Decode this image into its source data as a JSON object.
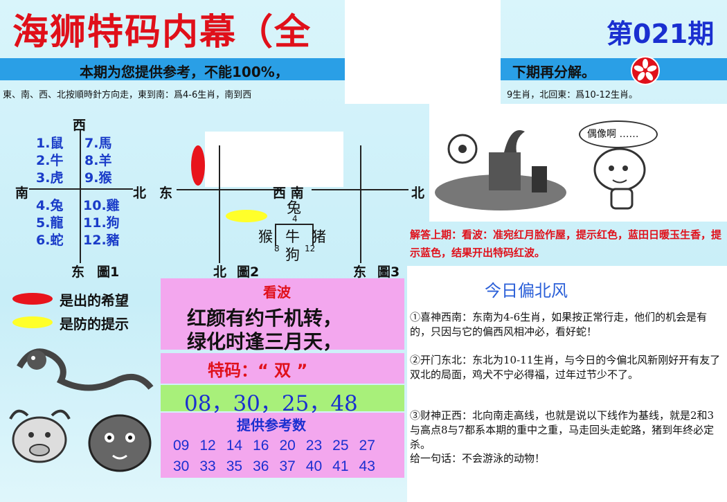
{
  "header": {
    "title": "海狮特码内幕（全",
    "issue": "第021期",
    "banner_left": "本期为您提供参考，不能100%，",
    "banner_right": "下期再分解。",
    "rule_left": "東、南、西、北按順時針方向走，東到南：爲4-6生肖，南到西",
    "rule_right": "9生肖，北回東：爲10-12生肖。"
  },
  "fig1": {
    "north": "西",
    "west": "南",
    "east": "北",
    "south": "东",
    "caption": "圖1",
    "left_top": [
      "1.鼠",
      "2.牛",
      "3.虎"
    ],
    "right_top": [
      "7.馬",
      "8.羊",
      "9.猴"
    ],
    "left_bottom": [
      "4.兔",
      "5.龍",
      "6.蛇"
    ],
    "right_bottom": [
      "10.雞",
      "11.狗",
      "12.豬"
    ]
  },
  "fig2": {
    "east": "东",
    "west_south": "西 南",
    "bottom": "北",
    "caption": "圖2",
    "top_animal": "兔",
    "top_num": "4",
    "left_animal": "猴",
    "center_animal": "牛",
    "right_animal": "猪",
    "bottom_animal": "狗",
    "left_num": "8",
    "right_num": "12"
  },
  "fig3": {
    "north": "北",
    "bottom": "东",
    "caption": "圖3"
  },
  "legend": {
    "red": "是出的希望",
    "yellow": "是防的提示",
    "red_color": "#e8141c",
    "yellow_color": "#ffff2a"
  },
  "cartoon": {
    "speech": "偶像啊 ……"
  },
  "answer_text": "解答上期：看波：准宛红月脸作屋，提示红色，蓝田日暖玉生香，提示蓝色，结果开出特码红波。",
  "center": {
    "kanbo_label": "看波",
    "poem_line1": "红颜有约千机转，",
    "poem_line2": "绿化时逢三月天，",
    "tema_label": "特码：“ 双 ”",
    "numbers_main": "08，30，25，48",
    "ref_label": "提供参考数",
    "ref_row1": [
      "09",
      "12",
      "14",
      "16",
      "20",
      "23",
      "25",
      "27"
    ],
    "ref_row2": [
      "30",
      "33",
      "35",
      "36",
      "37",
      "40",
      "41",
      "43"
    ]
  },
  "right": {
    "heading": "今日偏北风",
    "p1": "①喜神西南：东南为4-6生肖，如果按正常行走，他们的机会是有的，只因与它的偏西风相冲必，看好蛇！",
    "p2": "②开门东北：东北为10-11生肖，与今日的今偏北风新刚好开有友了双北的局面，鸡犬不宁必得福，过年过节少不了。",
    "p3": "③财神正西：北向南走高线，也就是说以下线作为基线，就是2和3与高点8与7都系本期的重中之重，马走回头走蛇路，猪到年终必定杀。",
    "p4": "给一句话：不会游泳的动物！"
  }
}
